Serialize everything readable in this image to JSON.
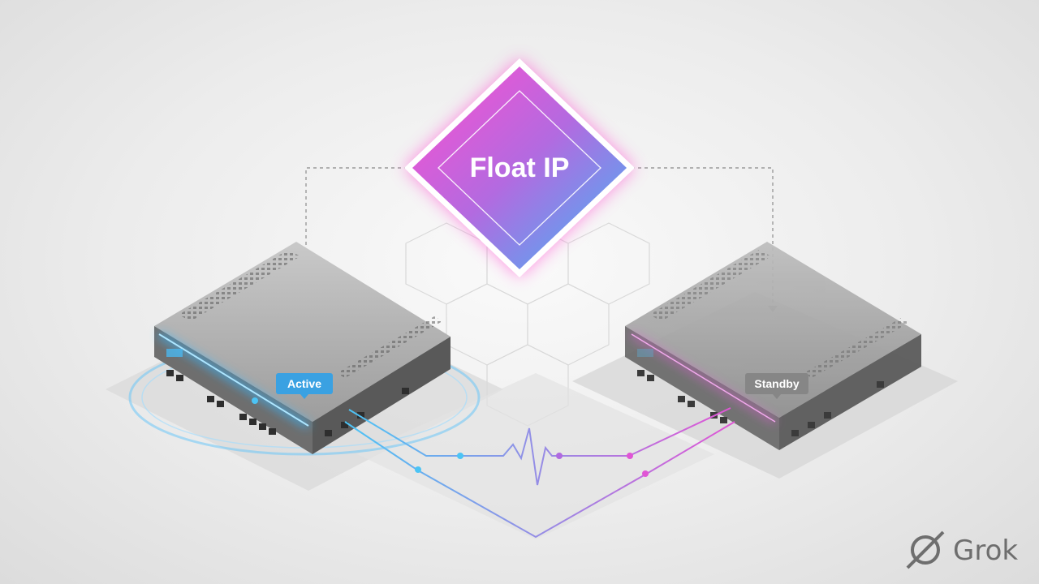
{
  "diagram": {
    "center_node": {
      "label": "Float IP"
    },
    "nodes": [
      {
        "label": "Active",
        "state": "active",
        "accent_color": "#3aa8f0",
        "highlight_color": "#2f9be0"
      },
      {
        "label": "Standby",
        "state": "standby",
        "accent_color": "#d050d0",
        "highlight_color": "#8a8a8a"
      }
    ],
    "heartbeat_link": {
      "gradient_start": "#4cc4f5",
      "gradient_end": "#e055d5"
    }
  },
  "float_ip_gradient": [
    "#ff4fd0",
    "#b36ae0",
    "#3fb7f5"
  ],
  "watermark": {
    "text": "Grok",
    "icon": "grok-logo-icon"
  }
}
